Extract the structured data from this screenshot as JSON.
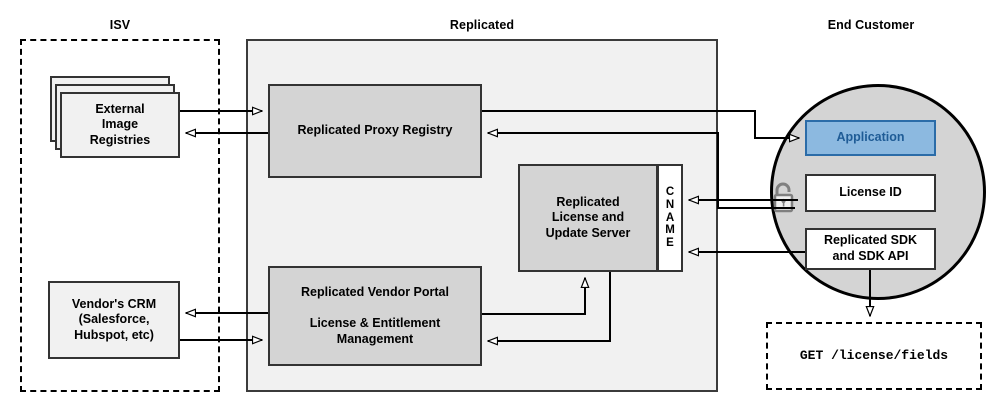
{
  "zones": {
    "isv": {
      "title": "ISV"
    },
    "replicated": {
      "title": "Replicated"
    },
    "end_customer": {
      "title": "End Customer"
    }
  },
  "nodes": {
    "external_registries": {
      "label": "External\nImage\nRegistries"
    },
    "vendor_crm": {
      "label": "Vendor's CRM\n(Salesforce,\nHubspot, etc)"
    },
    "proxy_registry": {
      "label": "Replicated Proxy Registry"
    },
    "license_update_server": {
      "label": "Replicated\nLicense and\nUpdate Server"
    },
    "cname": {
      "letters": [
        "C",
        "N",
        "A",
        "M",
        "E"
      ]
    },
    "vendor_portal": {
      "label": "Replicated Vendor Portal\n\nLicense & Entitlement\nManagement"
    },
    "application": {
      "label": "Application"
    },
    "license_id": {
      "label": "License ID"
    },
    "replicated_sdk": {
      "label": "Replicated SDK\nand SDK API"
    },
    "api_request": {
      "label": "GET /license/fields"
    }
  },
  "icons": {
    "unlocked_padlock": "unlocked-padlock-icon"
  },
  "colors": {
    "zone_fill": "#f1f1f1",
    "node_gray": "#d4d4d4",
    "node_light": "#f1f1f1",
    "circle_fill": "#d4d4d4",
    "application_fill": "#8cb9e0",
    "application_border": "#2b6ca8",
    "application_text": "#1f5c96",
    "stroke": "#000000",
    "lock_stroke": "#808080"
  }
}
